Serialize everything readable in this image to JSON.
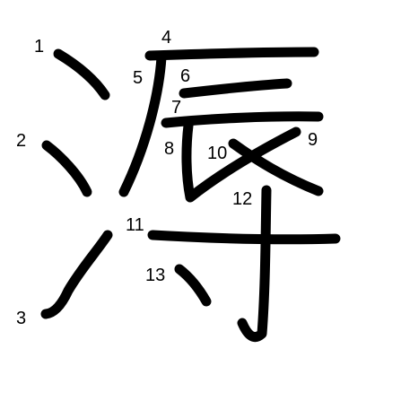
{
  "character": "溽",
  "stroke_count": 13,
  "stroke_numbers": [
    "1",
    "2",
    "3",
    "4",
    "5",
    "6",
    "7",
    "8",
    "9",
    "10",
    "11",
    "12",
    "13"
  ],
  "colors": {
    "background": "#ffffff",
    "ink": "#000000"
  }
}
